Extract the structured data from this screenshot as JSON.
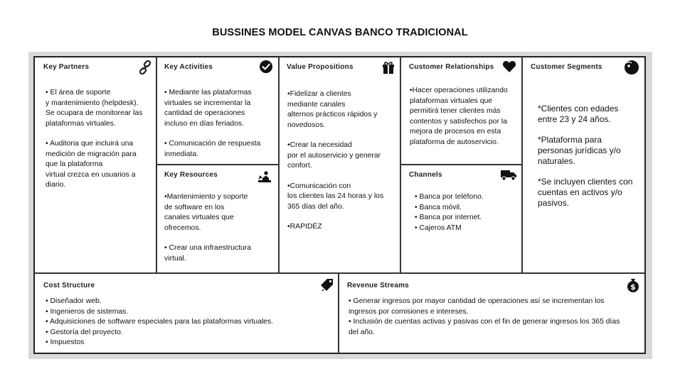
{
  "title": "BUSSINES MODEL CANVAS BANCO TRADICIONAL",
  "key_partners": {
    "heading": "Key Partners",
    "icon": "link-icon",
    "items": [
      "• El área de soporte\ny mantenimiento (helpdesk).\nSe ocupara de monitorear las\nplataformas virtuales.",
      "• Auditoria que incluirá una\nmedición de migración para\nque la plataforma\nvirtual crezca en usuarios a\ndiario."
    ]
  },
  "key_activities": {
    "heading": "Key Activities",
    "icon": "check-circle-icon",
    "items": [
      "• Mediante las plataformas\nvirtuales se incrementar la\ncantidad de operaciones\nincluso en días feriados.",
      "• Comunicación de respuesta\ninmediata."
    ]
  },
  "key_resources": {
    "heading": "Key Resources",
    "icon": "worker-icon",
    "items": [
      "•Mantenimiento y soporte\nde software en los\ncanales virtuales que\nofrecemos.",
      "• Crear una infraestructura\nvirtual."
    ]
  },
  "value_propositions": {
    "heading": "Value Propositions",
    "icon": "gift-icon",
    "items": [
      "•Fidelizar a clientes\nmediante canales\nalternos prácticos rápidos y\nnovedosos.",
      "•Crear la necesidad\npor el autoservicio y generar\nconfort.",
      "•Comunicación con\nlos clientes las 24 horas y los\n365 días del año.",
      "•RAPIDÉZ"
    ]
  },
  "customer_relationships": {
    "heading": "Customer Relationships",
    "icon": "heart-icon",
    "items": [
      "•Hacer operaciones utilizando\nplataformas virtuales que\npermitirá tener clientes más\ncontentos y satisfechos por la\nmejora de procesos en esta\nplataforma de autoservicio."
    ]
  },
  "channels": {
    "heading": "Channels",
    "icon": "truck-icon",
    "items": [
      "• Banca por teléfono.",
      "• Banca móvil.",
      "• Banca por internet.",
      "• Cajeros ATM"
    ]
  },
  "customer_segments": {
    "heading": "Customer Segments",
    "icon": "face-icon",
    "items": [
      "*Clientes con edades\nentre 23 y 24 años.",
      "*Plataforma para\npersonas jurídicas y/o\nnaturales.",
      "*Se incluyen clientes con\ncuentas en activos y/o\npasivos."
    ]
  },
  "cost_structure": {
    "heading": "Cost Structure",
    "icon": "tag-icon",
    "items": [
      "• Diseñador web.",
      "• Ingenieros de sistemas.",
      "• Adquisiciones de software especiales para las plataformas virtuales.",
      "• Gestoría del proyecto.",
      "• Impuestos"
    ]
  },
  "revenue_streams": {
    "heading": "Revenue Streams",
    "icon": "money-bag-icon",
    "items": [
      "• Generar ingresos por mayor cantidad de operaciones así se incrementan los\ningresos por comisiones e intereses.",
      "• Inclusión de cuentas activas y pasivas con el fin de generar ingresos los 365 días\ndel año."
    ]
  }
}
